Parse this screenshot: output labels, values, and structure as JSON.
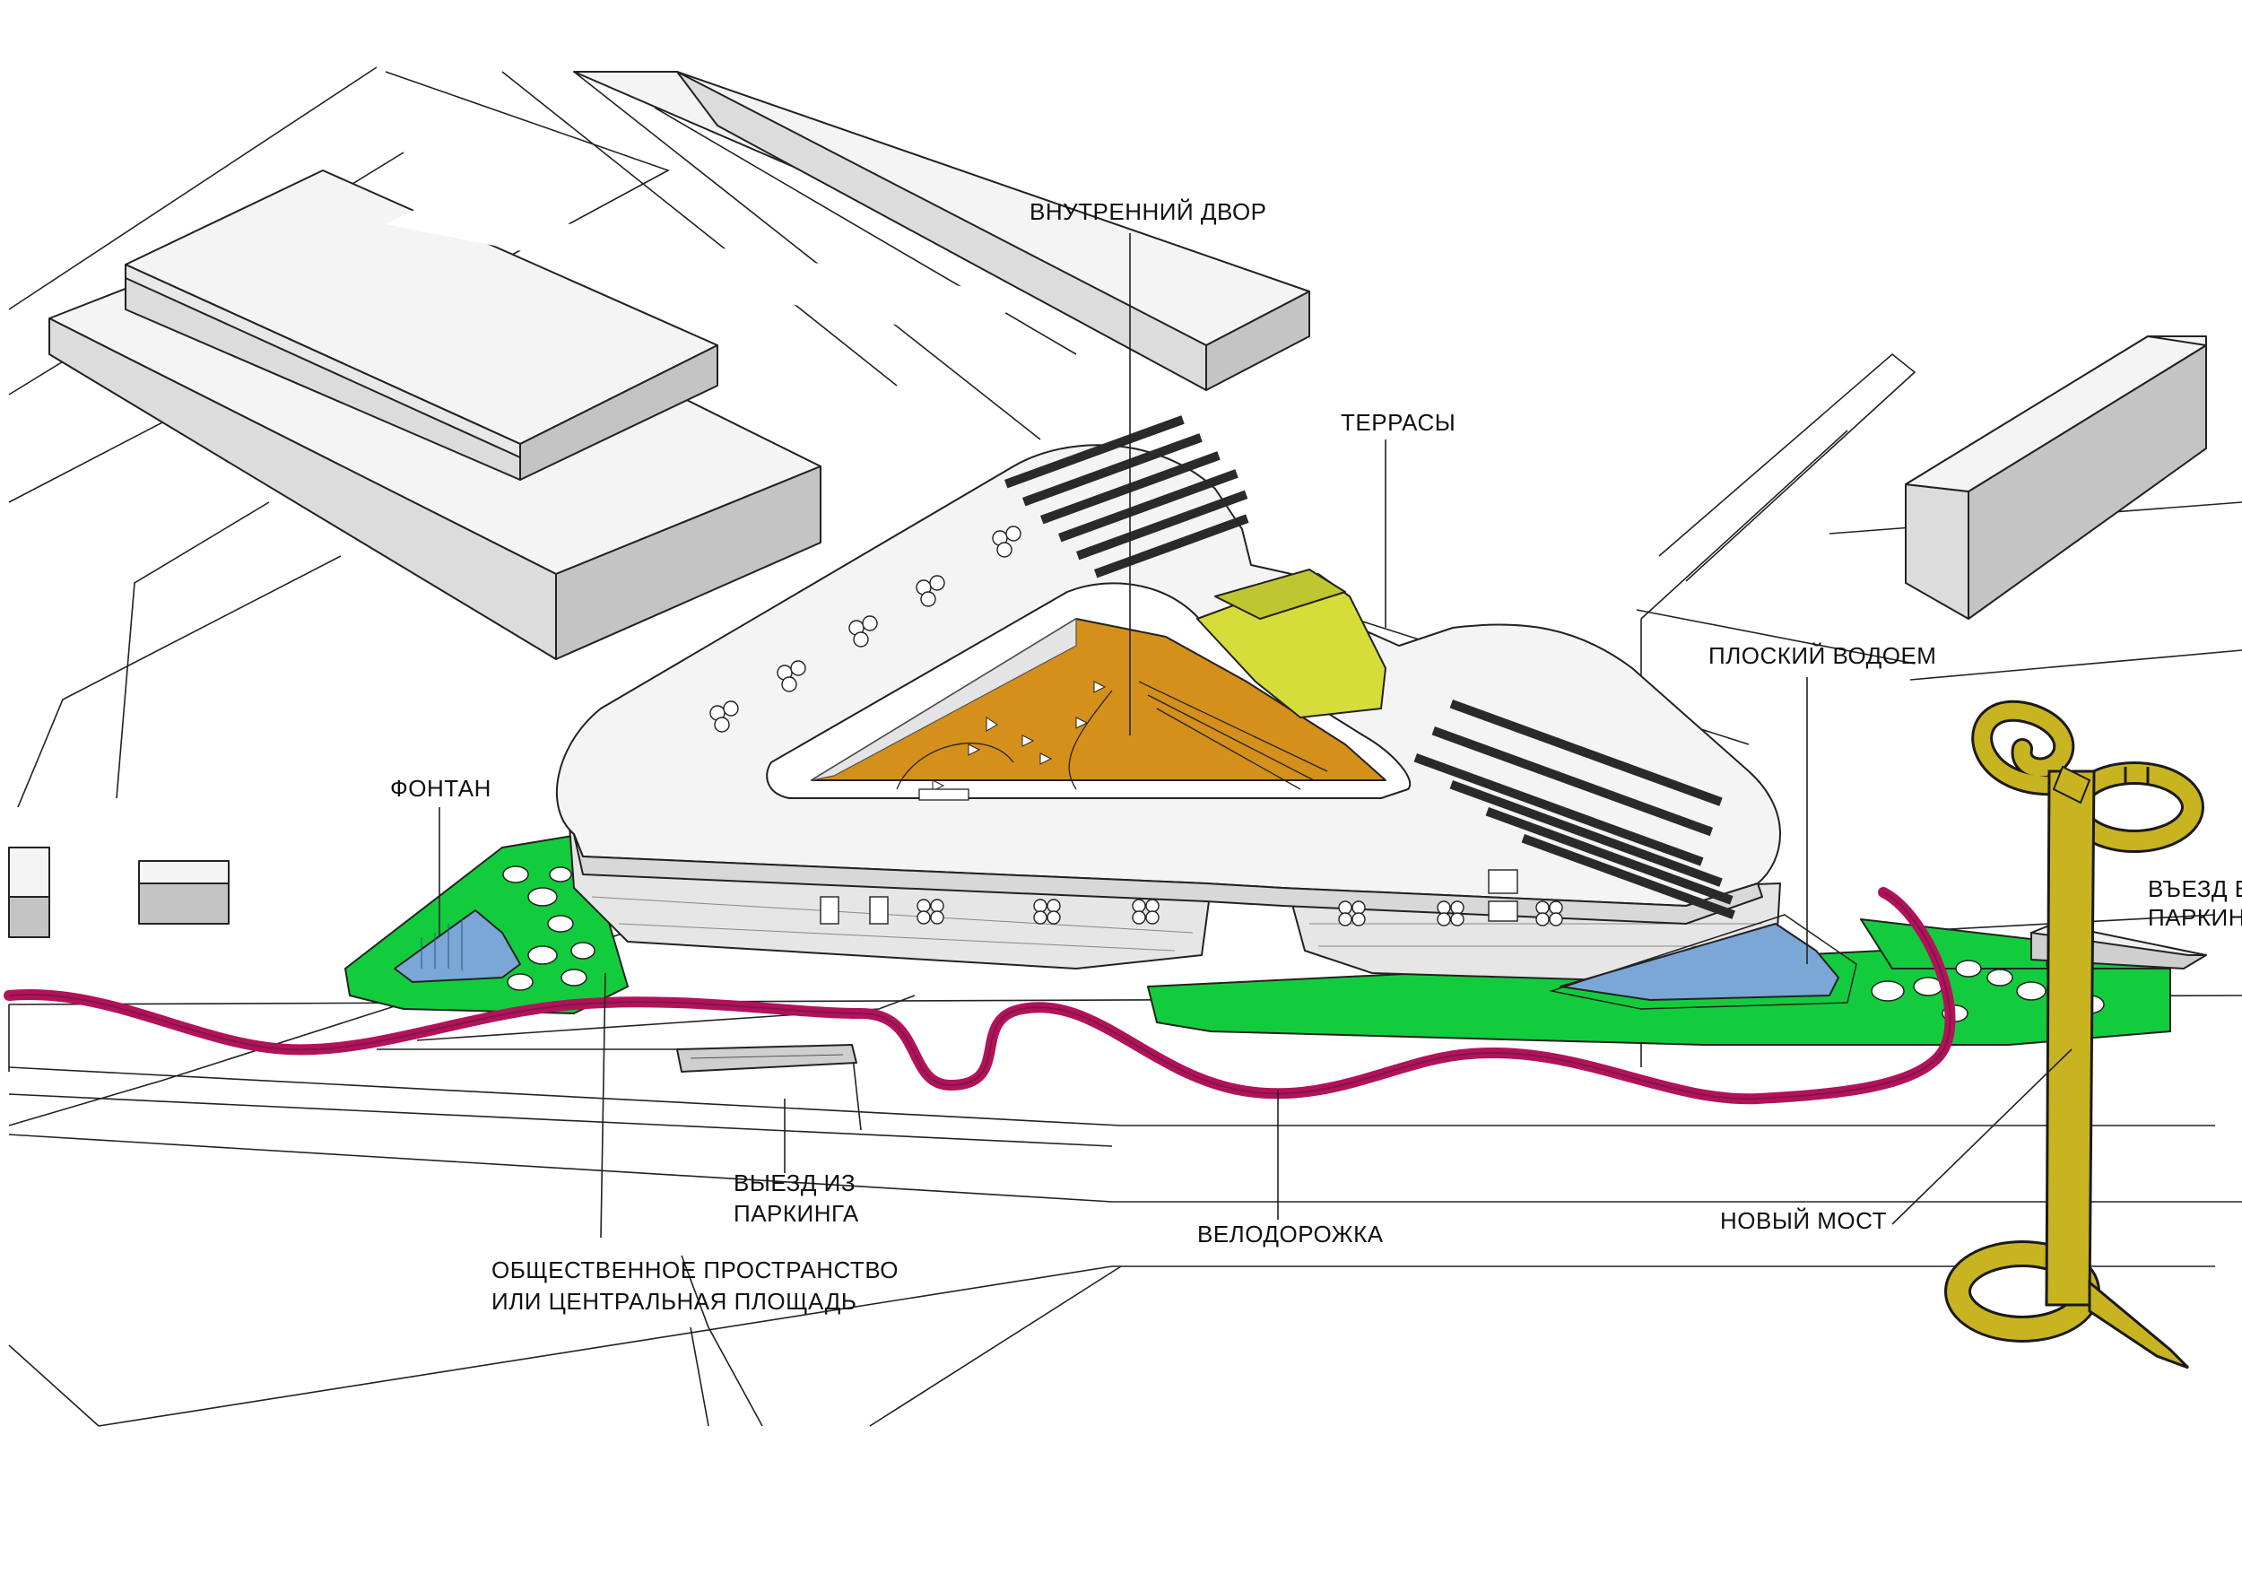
{
  "labels": {
    "courtyard": "ВНУТРЕННИЙ ДВОР",
    "terraces": "ТЕРРАСЫ",
    "flat_pool": "ПЛОСКИЙ ВОДОЕМ",
    "fountain": "ФОНТАН",
    "parking_entry_line1": "ВЪЕЗД В",
    "parking_entry_line2": "ПАРКИНГ",
    "parking_exit_line1": "ВЫЕЗД ИЗ",
    "parking_exit_line2": "ПАРКИНГА",
    "bike_path": "ВЕЛОДОРОЖКА",
    "new_bridge": "НОВЫЙ МОСТ",
    "public_space_line1": "ОБЩЕСТВЕННОЕ ПРОСТРАНСТВО",
    "public_space_line2": "ИЛИ ЦЕНТРАЛЬНАЯ ПЛОЩАДЬ"
  },
  "colors": {
    "greenery": "#13cc3d",
    "water": "#7ba7d6",
    "courtyard": "#d4901a",
    "terraces": "#d6dd3a",
    "bike_path": "#b3125a",
    "bridge": "#c8b421",
    "building_roof": "#f4f4f4",
    "building_side": "#dcdcdc",
    "building_front": "#c4c4c4"
  }
}
